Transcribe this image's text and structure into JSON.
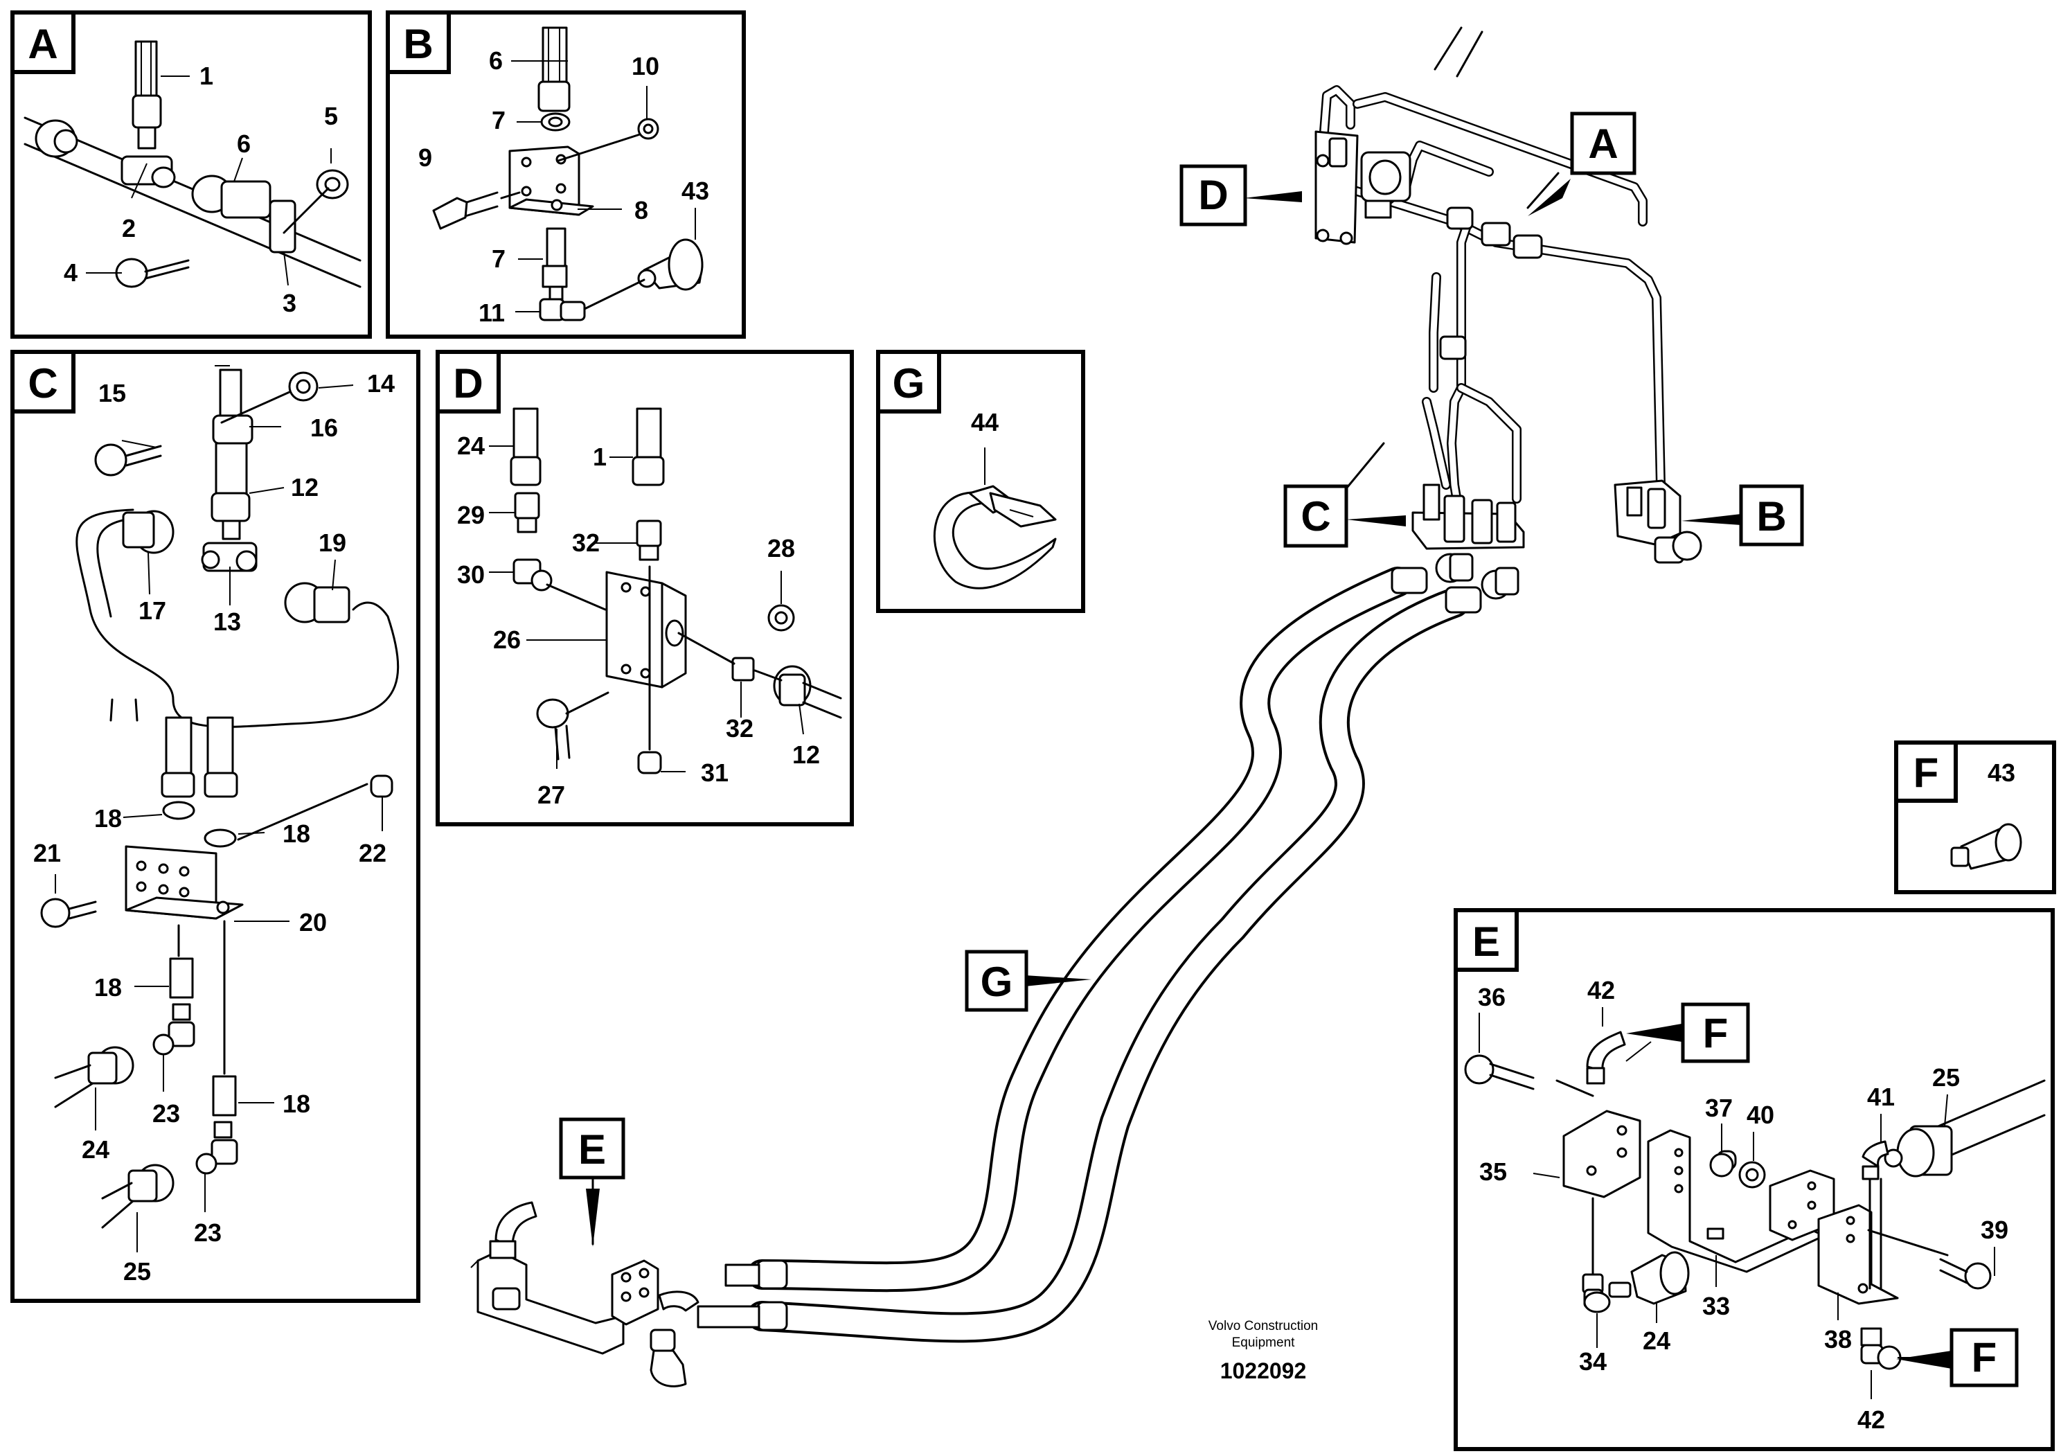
{
  "panels": {
    "A": {
      "letter": "A",
      "labels": [
        "1",
        "6",
        "5",
        "2",
        "4",
        "3"
      ]
    },
    "B": {
      "letter": "B",
      "labels": [
        "6",
        "10",
        "7",
        "9",
        "8",
        "43",
        "7",
        "11"
      ]
    },
    "C": {
      "letter": "C",
      "labels": [
        "15",
        "14",
        "16",
        "12",
        "19",
        "17",
        "13",
        "18",
        "18",
        "21",
        "22",
        "20",
        "18",
        "24",
        "23",
        "18",
        "25",
        "23"
      ]
    },
    "D": {
      "letter": "D",
      "labels": [
        "24",
        "1",
        "29",
        "32",
        "28",
        "30",
        "26",
        "32",
        "12",
        "27",
        "31"
      ]
    },
    "G": {
      "letter": "G",
      "labels": [
        "44"
      ]
    },
    "F": {
      "letter": "F",
      "labels": [
        "43"
      ]
    },
    "E": {
      "letter": "E",
      "labels": [
        "42",
        "36",
        "25",
        "37",
        "40",
        "41",
        "35",
        "39",
        "24",
        "33",
        "34",
        "38",
        "42"
      ]
    }
  },
  "callouts": {
    "main_A": "A",
    "main_D": "D",
    "main_C": "C",
    "main_B": "B",
    "main_G": "G",
    "main_E": "E",
    "e_F_top": "F",
    "e_F_bottom": "F"
  },
  "footer": {
    "maker_line1": "Volvo Construction",
    "maker_line2": "Equipment",
    "doc_number": "1022092"
  }
}
